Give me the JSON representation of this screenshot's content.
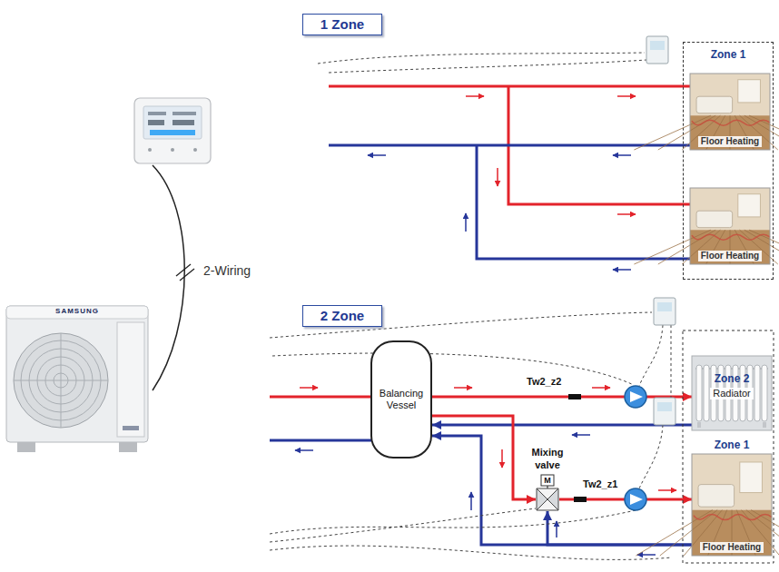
{
  "diagram": {
    "nodes": [
      {
        "text": [
          "1 Zone"
        ]
      },
      {
        "text": [
          "Zone 1"
        ]
      },
      {
        "text": [
          "Floor Heating"
        ],
        "in": 1
      },
      {
        "text": [
          "Floor Heating"
        ],
        "in": 1
      },
      {
        "text": [
          "2 Zone"
        ]
      },
      {
        "text": [
          "Balancing Vessel"
        ]
      },
      {
        "text": [
          "Mixing valve",
          "M"
        ]
      },
      {
        "text": [
          "Zone 2",
          "Radiator"
        ]
      },
      {
        "text": [
          "Zone 1",
          "Floor Heating"
        ]
      },
      {
        "text": [
          "SAMSUNG"
        ]
      }
    ],
    "edges": [
      {
        "from": 5,
        "to": 7,
        "arrow": "to"
      },
      {
        "from": 7,
        "to": 5,
        "arrow": "to"
      },
      {
        "from": 5,
        "to": 6,
        "arrow": "to"
      },
      {
        "from": 6,
        "to": 8,
        "arrow": "to"
      },
      {
        "from": 8,
        "to": 5,
        "arrow": "to"
      },
      {
        "from": 8,
        "to": 6,
        "arrow": "to"
      }
    ],
    "labels": [
      "2-Wiring",
      "Tw2_z2",
      "Tw2_z1"
    ]
  }
}
